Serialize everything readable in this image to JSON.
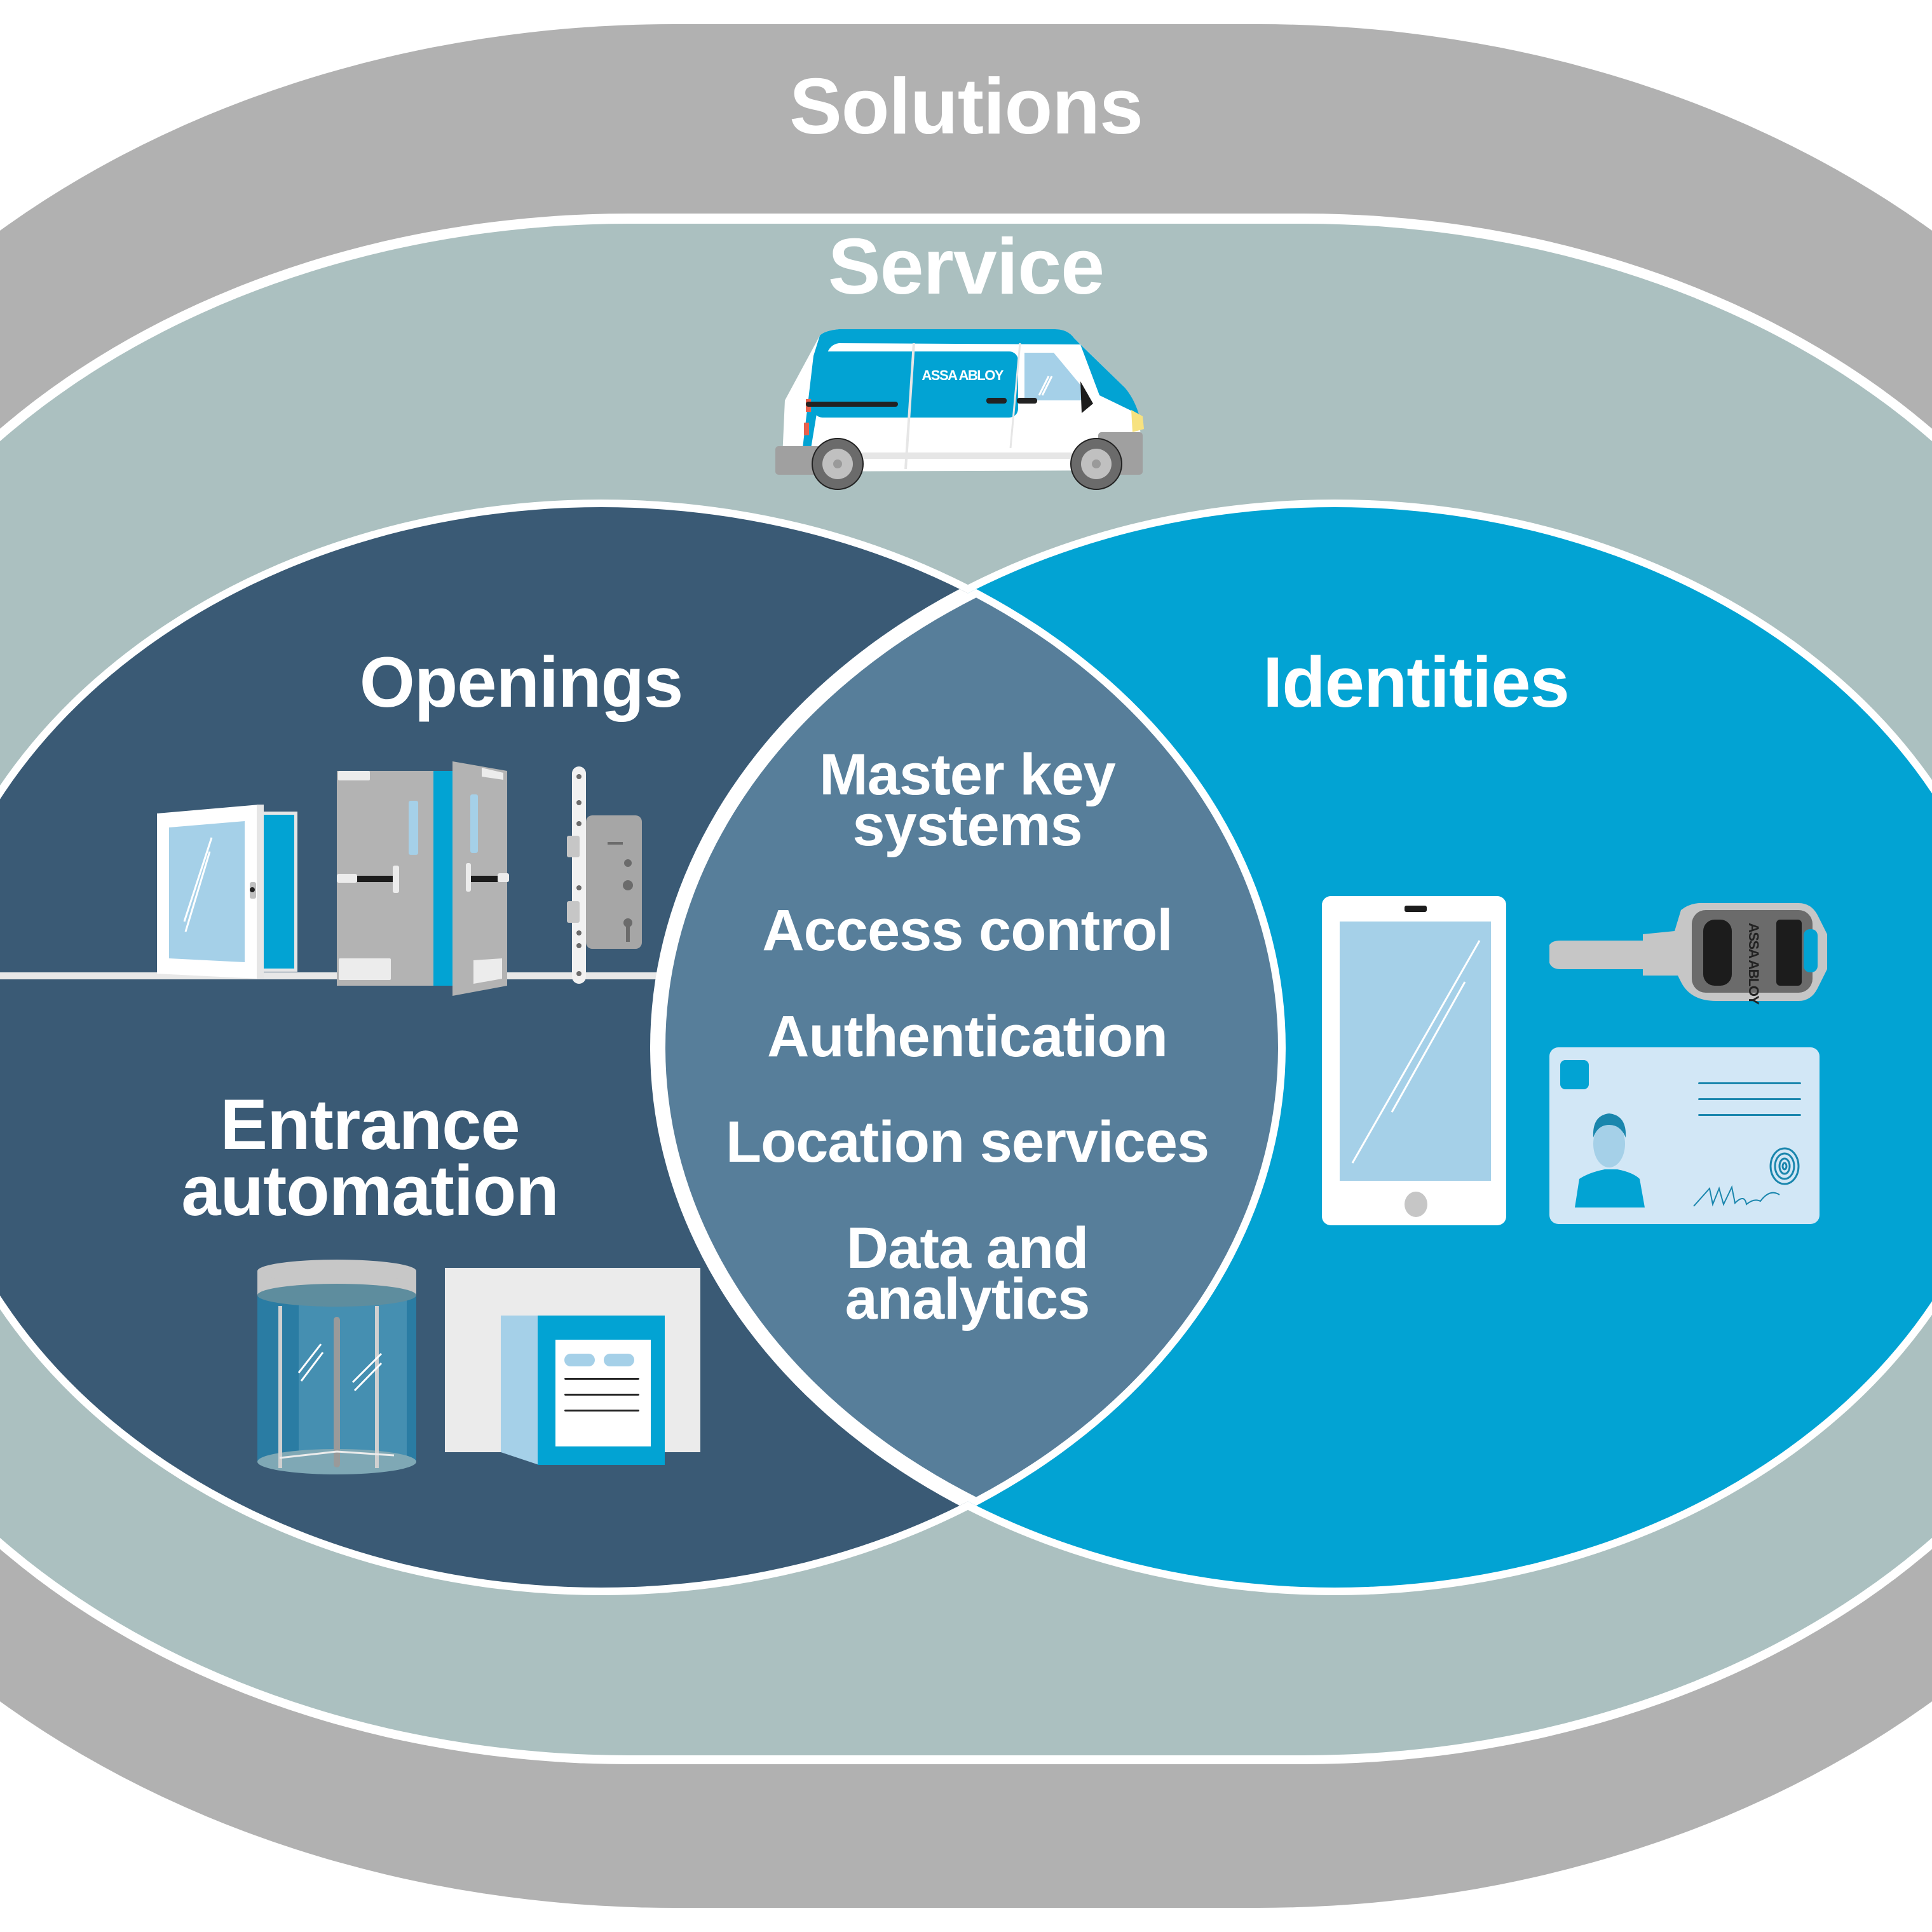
{
  "diagram": {
    "title": "Solutions / Service / Openings & Identities",
    "type": "nested venn diagram"
  },
  "layers": {
    "solutions": {
      "label": "Solutions",
      "color": "#b1b1b1"
    },
    "service": {
      "label": "Service",
      "color": "#abc0c0",
      "illustration": "service-van",
      "van_brand": "ASSA ABLOY"
    }
  },
  "circles": {
    "openings": {
      "label": "Openings",
      "color": "#3a5a75",
      "illustrations": [
        "window",
        "double-doors",
        "mortise-lock"
      ]
    },
    "entrance_automation": {
      "label_line1": "Entrance",
      "label_line2": "automation",
      "color": "#3a5a75",
      "illustrations": [
        "revolving-door",
        "automatic-door"
      ]
    },
    "identities": {
      "label": "Identities",
      "color": "#02a3d3",
      "illustrations": [
        "smartphone",
        "key",
        "id-card"
      ],
      "key_brand": "ASSA ABLOY"
    }
  },
  "intersection": {
    "color": "#577e9a",
    "items": [
      {
        "line1": "Master key",
        "line2": "systems"
      },
      {
        "line1": "Access control"
      },
      {
        "line1": "Authentication"
      },
      {
        "line1": "Location services"
      },
      {
        "line1": "Data and",
        "line2": "analytics"
      }
    ]
  }
}
